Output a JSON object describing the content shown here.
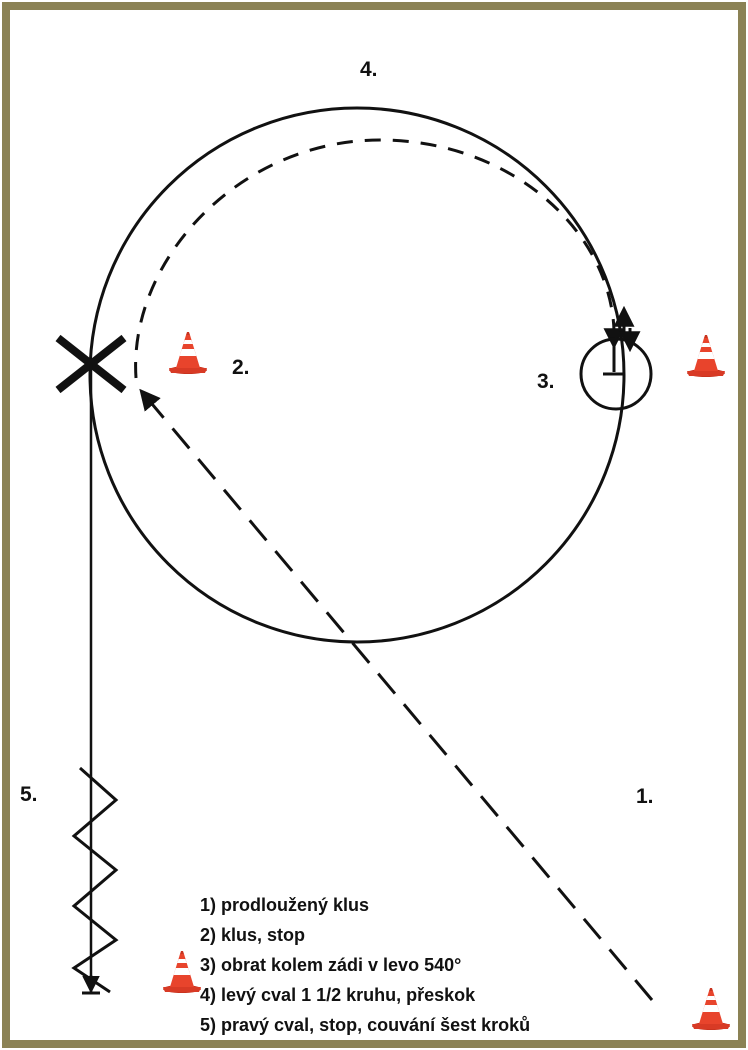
{
  "colors": {
    "frame": "#8b8255",
    "ink": "#111111",
    "cone_orange": "#e8442c",
    "cone_dark": "#c9331f",
    "cone_stripe": "#ffffff"
  },
  "marks": {
    "letter_x": "X"
  },
  "labels": {
    "label_1": "1.",
    "label_2": "2.",
    "label_3": "3.",
    "label_4": "4.",
    "label_5": "5."
  },
  "legend": [
    "1) prodloužený klus",
    "2) klus, stop",
    "3) obrat kolem zádi v levo 540°",
    "4) levý cval 1 1/2 kruhu, přeskok",
    "5) pravý cval, stop, couvání šest kroků"
  ],
  "cones": [
    {
      "name": "cone-near-2",
      "icon": "traffic-cone-icon"
    },
    {
      "name": "cone-right-of-3",
      "icon": "traffic-cone-icon"
    },
    {
      "name": "cone-near-legend",
      "icon": "traffic-cone-icon"
    },
    {
      "name": "cone-bottom-right",
      "icon": "traffic-cone-icon"
    }
  ]
}
